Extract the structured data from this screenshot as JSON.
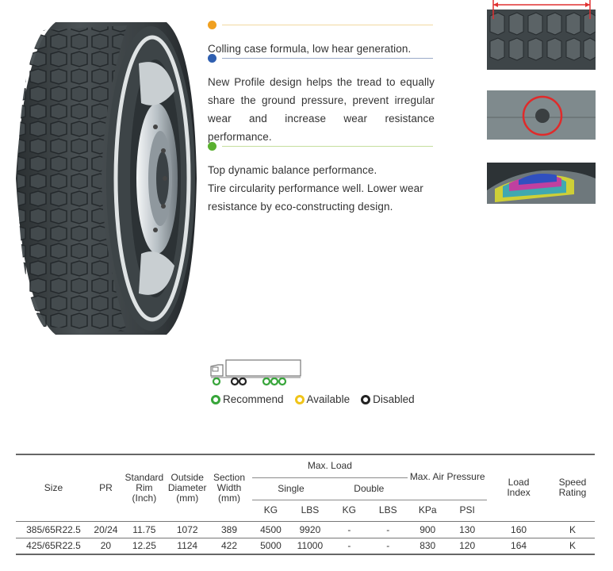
{
  "features": [
    {
      "color": "#f0a020",
      "line_color": "#f1d9a0",
      "lines": [
        "Colling case formula, low hear generation."
      ]
    },
    {
      "color": "#2f5fb0",
      "line_color": "#9aaac8",
      "lines": [
        "New Profile design helps the tread to equally share the ground pressure, prevent irregular wear and increase wear resistance performance."
      ]
    },
    {
      "color": "#5ab030",
      "line_color": "#c5df9d",
      "lines": [
        "Top dynamic balance performance.",
        "Tire circularity performance well. Lower wear resistance by eco-constructing design."
      ]
    }
  ],
  "legend": [
    {
      "label": "Recommend",
      "color": "#37a53a"
    },
    {
      "label": "Available",
      "color": "#f0c419"
    },
    {
      "label": "Disabled",
      "color": "#222222"
    }
  ],
  "table": {
    "headers": {
      "size": "Size",
      "pr": "PR",
      "rim": [
        "Standard",
        "Rim",
        "(Inch)"
      ],
      "diameter": [
        "Outside",
        "Diameter",
        "(mm)"
      ],
      "width": [
        "Section",
        "Width",
        "(mm)"
      ],
      "max_load": "Max. Load",
      "single": "Single",
      "double": "Double",
      "pressure": "Max. Air Pressure",
      "load_index": [
        "Load",
        "Index"
      ],
      "speed": [
        "Speed",
        "Rating"
      ],
      "kg": "KG",
      "lbs": "LBS",
      "kg2": "KG",
      "lbs2": "LBS",
      "kpa": "KPa",
      "psi": "PSI"
    },
    "rows": [
      [
        "385/65R22.5",
        "20/24",
        "11.75",
        "1072",
        "389",
        "4500",
        "9920",
        "-",
        "-",
        "900",
        "130",
        "160",
        "K"
      ],
      [
        "425/65R22.5",
        "20",
        "12.25",
        "1124",
        "422",
        "5000",
        "11000",
        "-",
        "-",
        "830",
        "120",
        "164",
        "K"
      ]
    ]
  }
}
